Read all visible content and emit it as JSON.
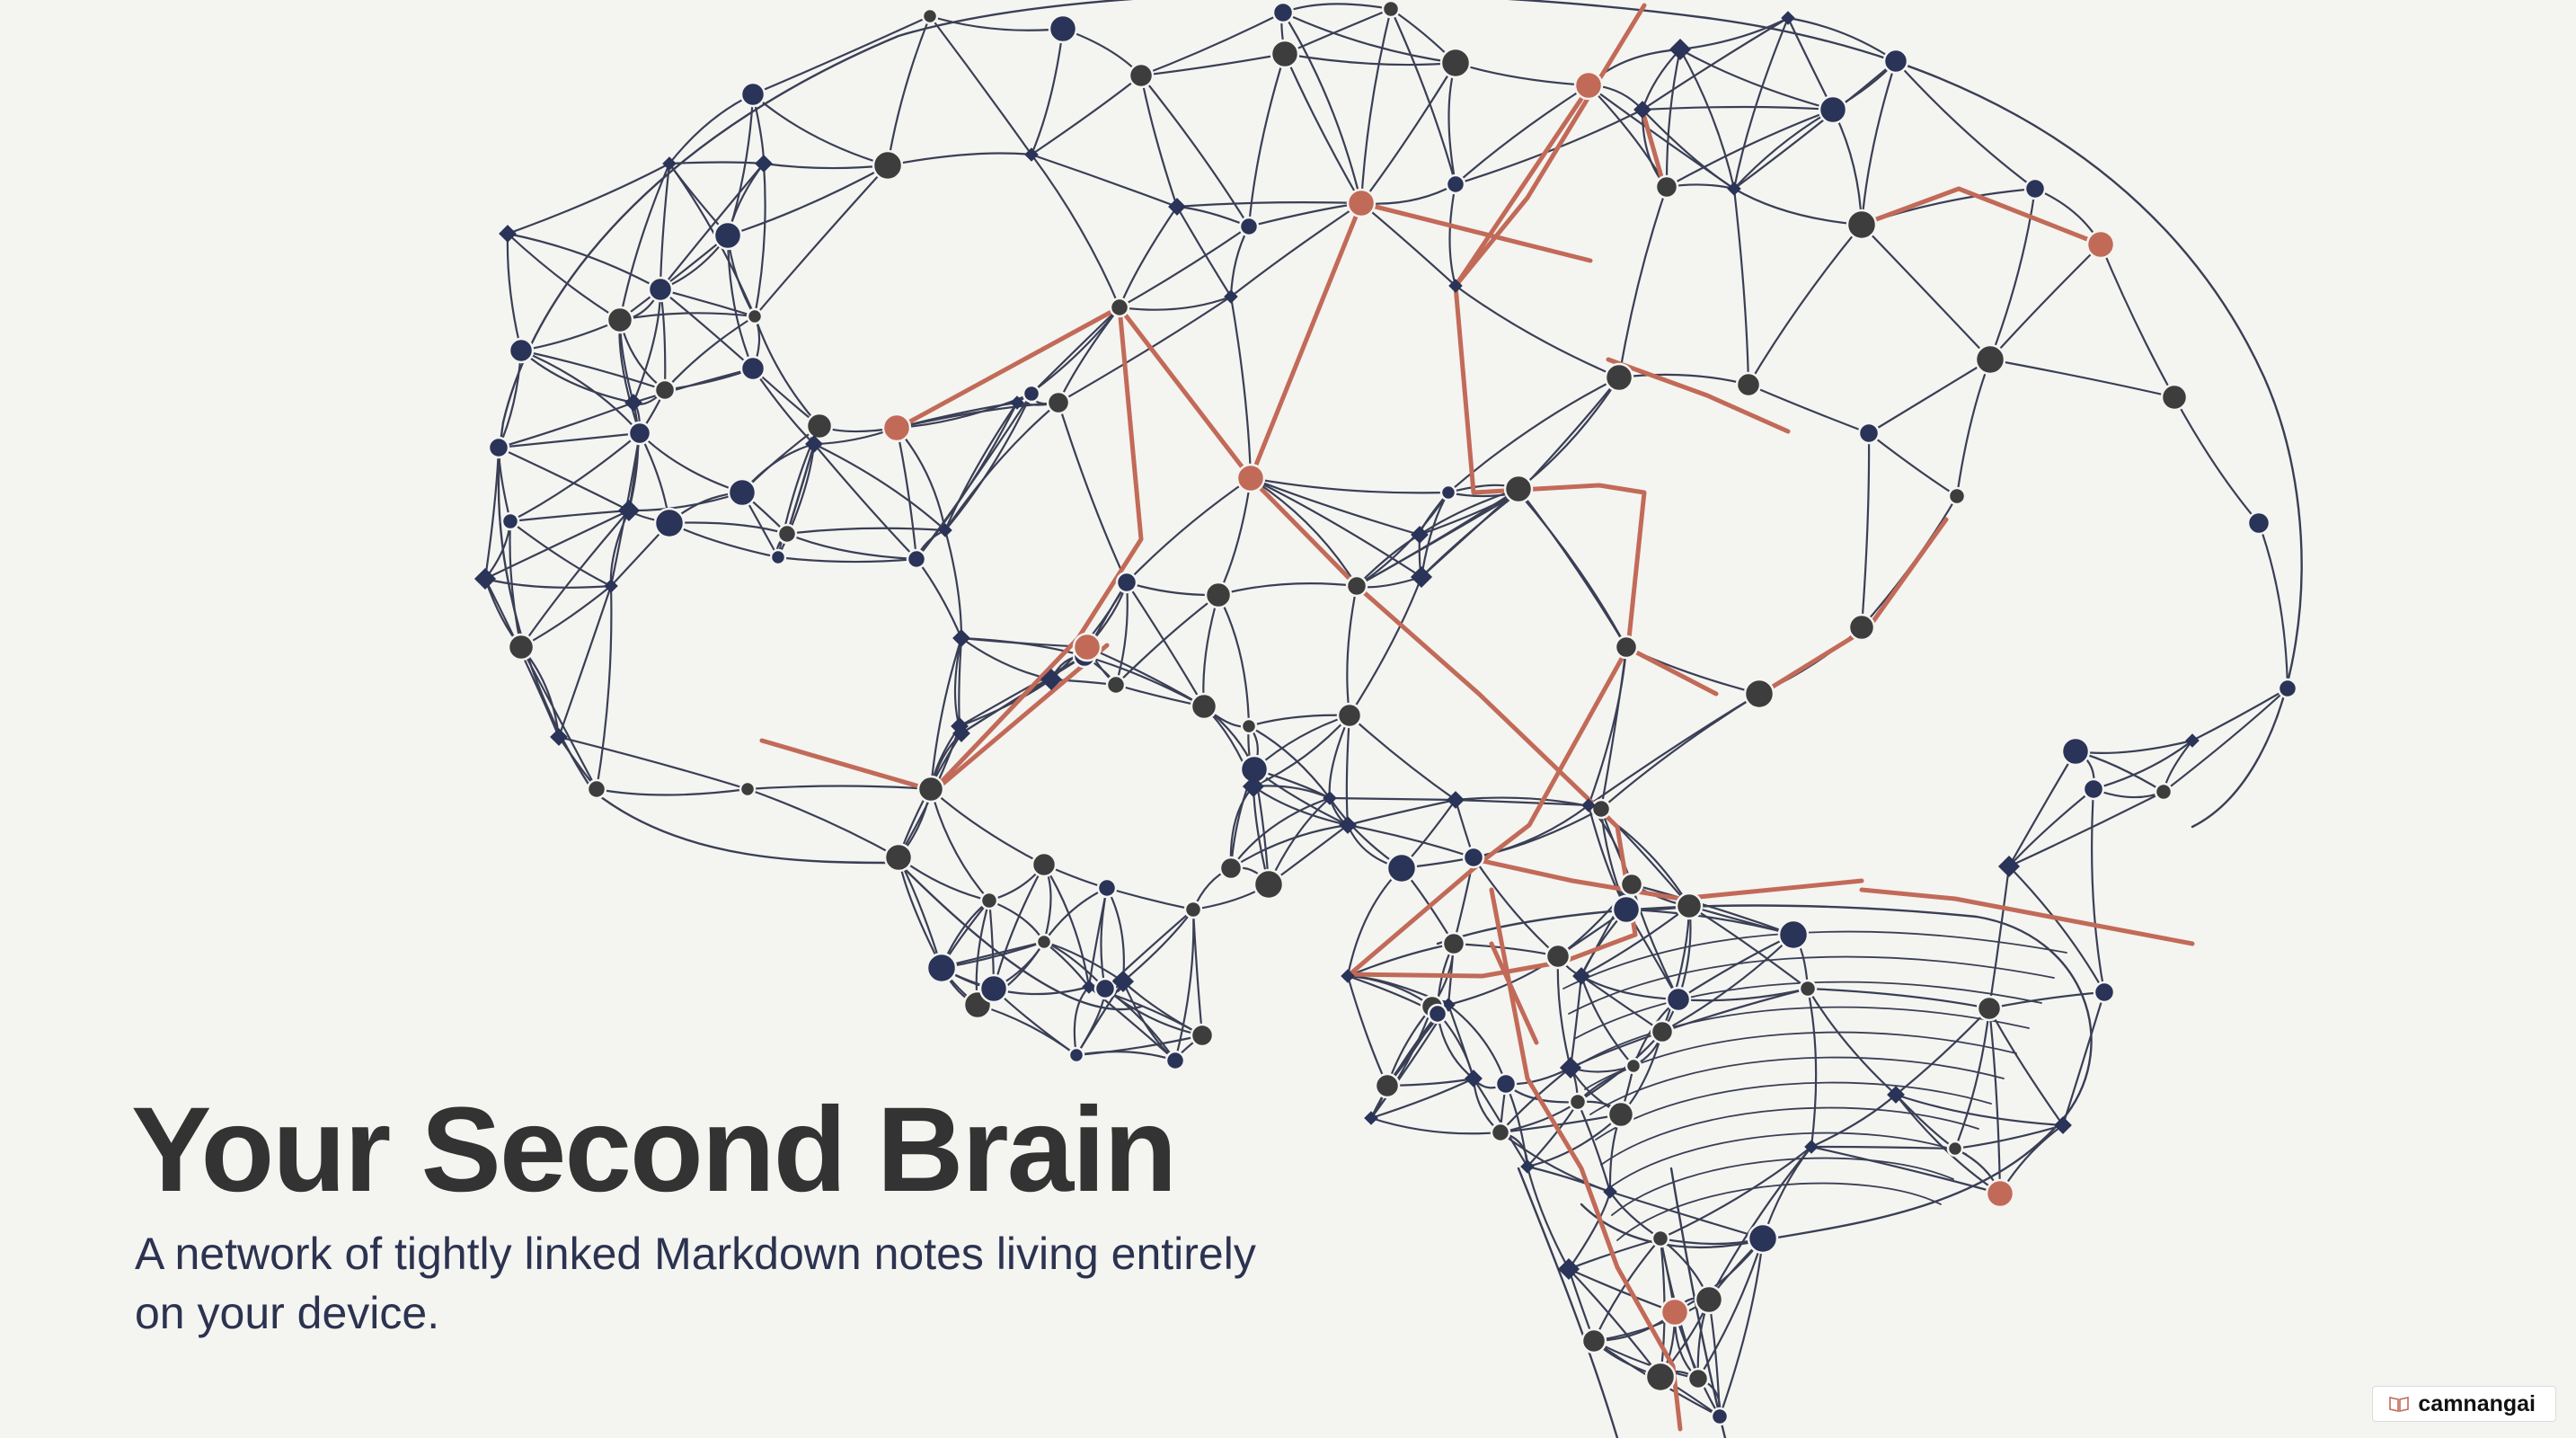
{
  "slide": {
    "title": "Your Second Brain",
    "subtitle": "A network of tightly linked Markdown notes living entirely on your device."
  },
  "illustration": {
    "subject": "brain-network-icon",
    "colors": {
      "background": "#f4f4f1",
      "line": "#3a3f55",
      "node_dark": "#3d3d3d",
      "node_navy": "#2a3358",
      "node_highlight": "#c26a58",
      "path_highlight": "#c26a58"
    }
  },
  "watermark": {
    "text": "camnangai",
    "icon": "book-icon"
  }
}
